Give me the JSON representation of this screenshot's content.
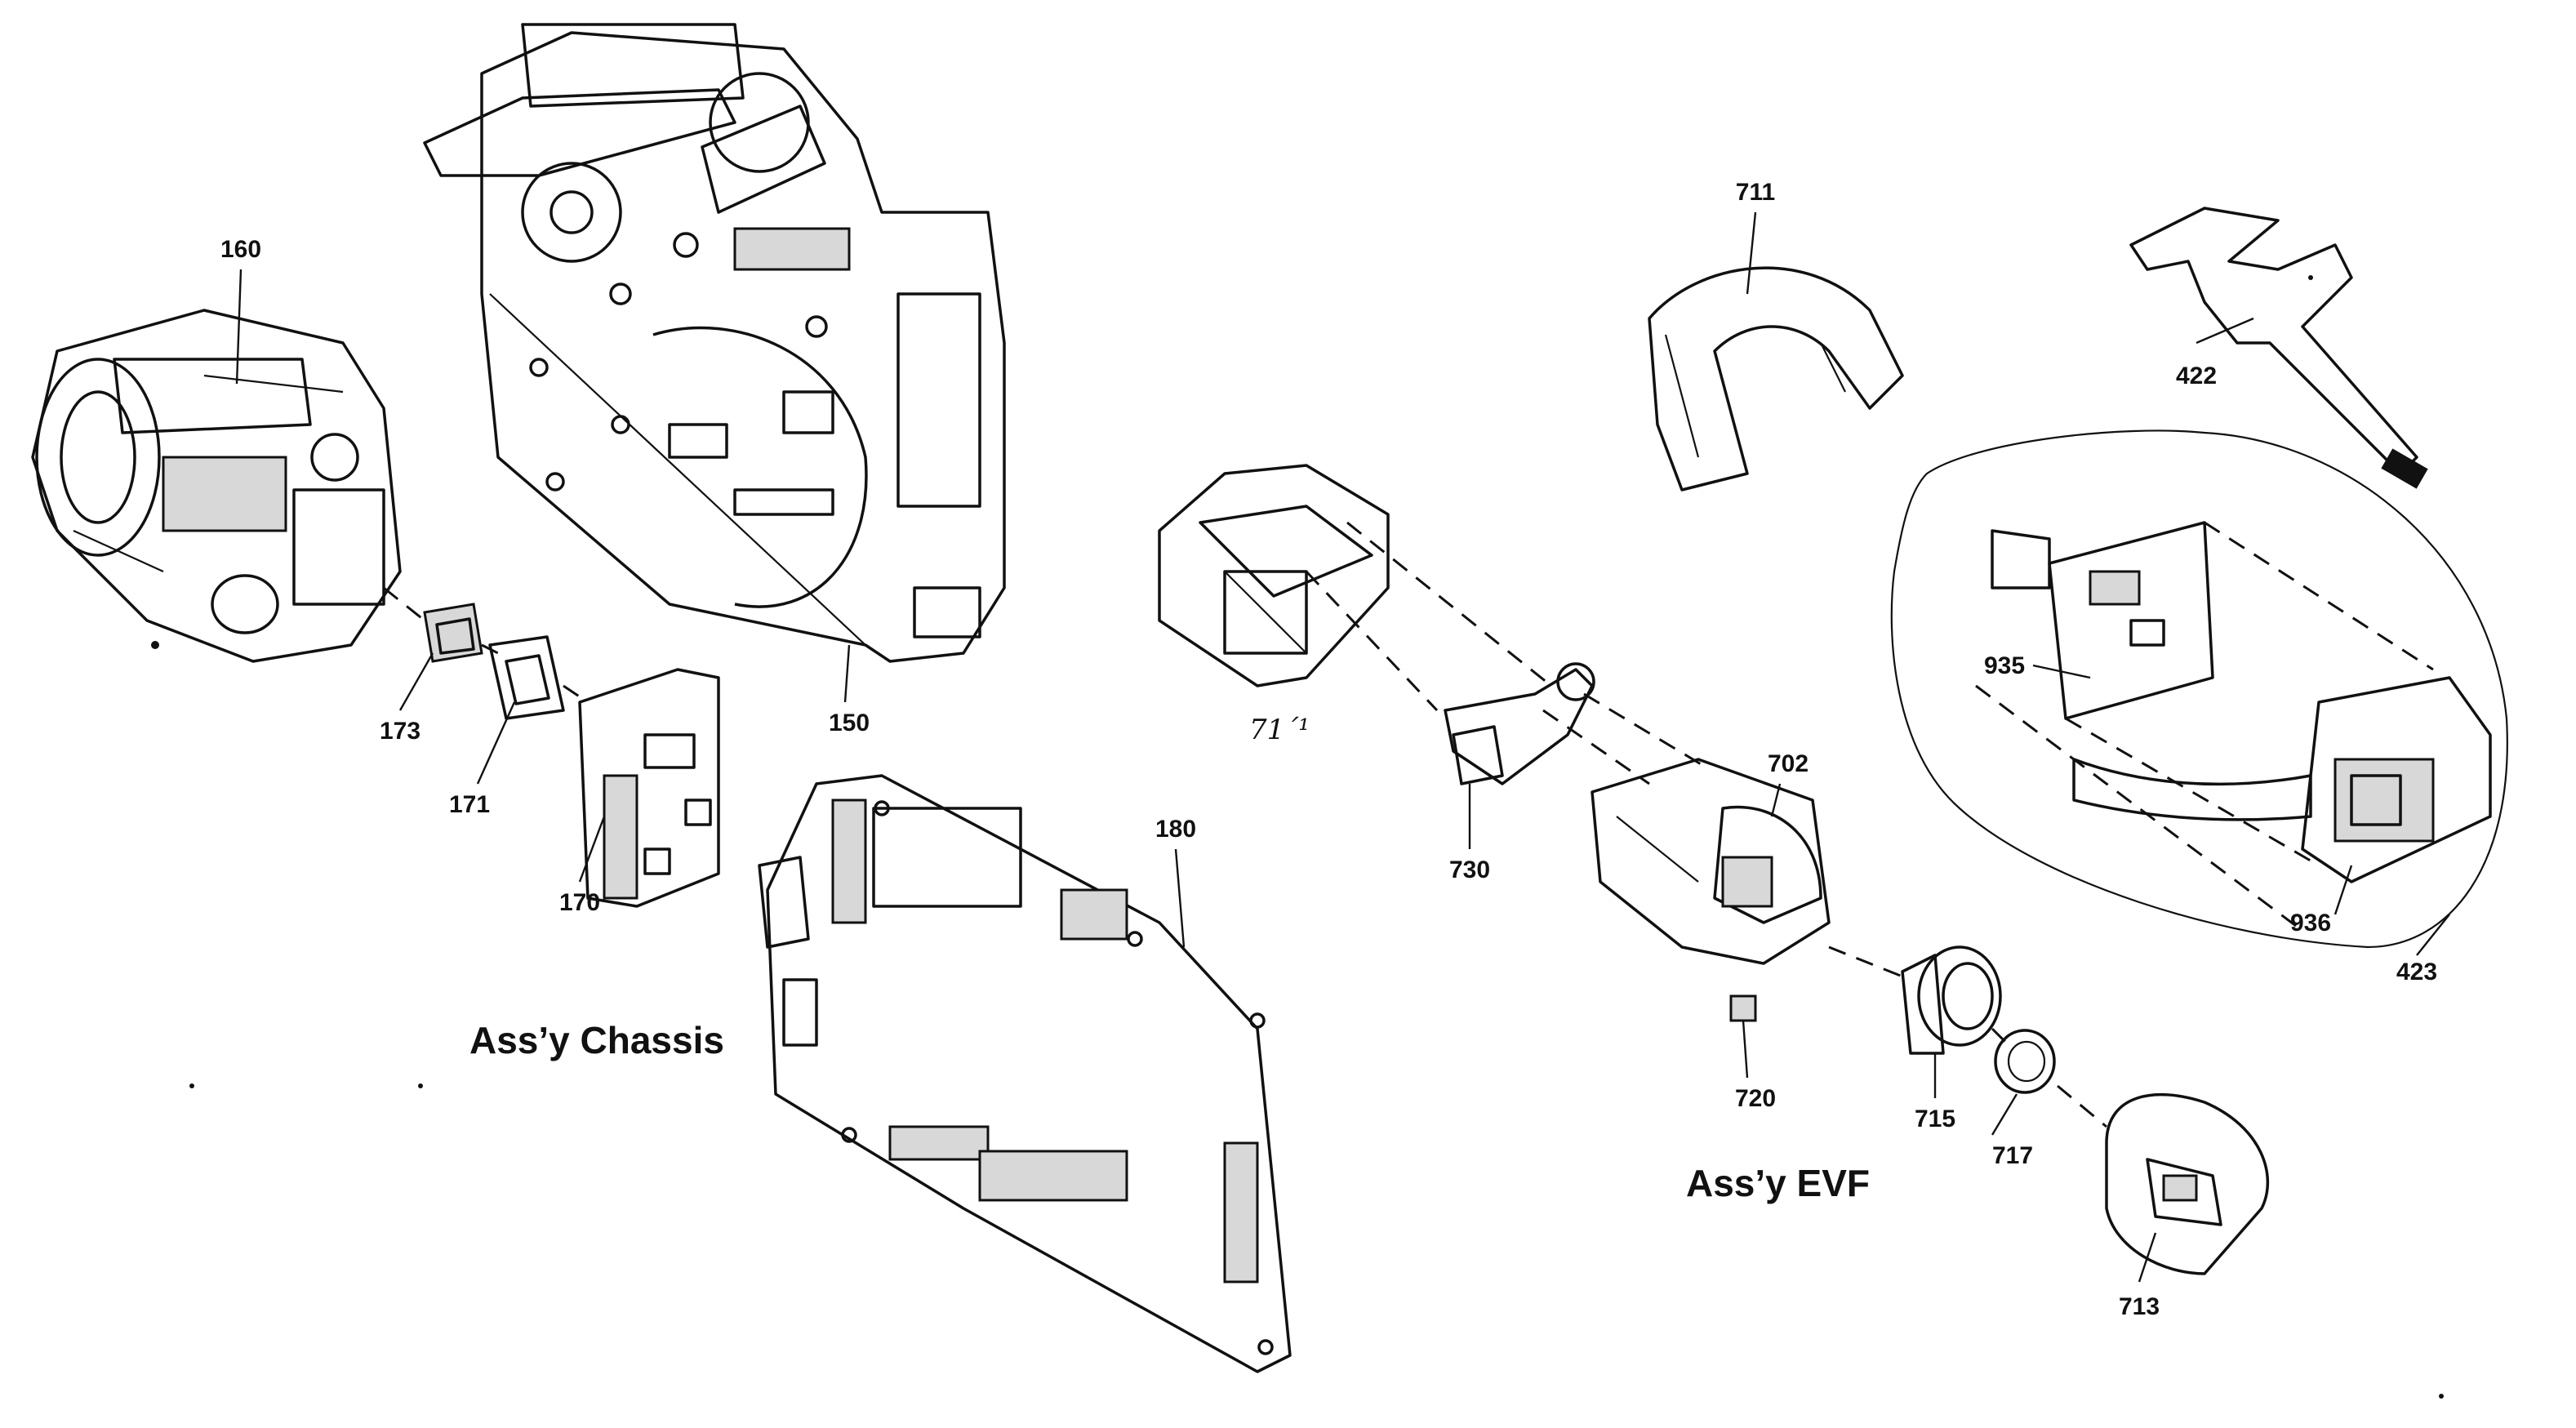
{
  "labels": {
    "p160": "160",
    "p150": "150",
    "p173": "173",
    "p171": "171",
    "p170": "170",
    "p180": "180",
    "p711": "711",
    "p422": "422",
    "p935": "935",
    "p936": "936",
    "p423": "423",
    "p702": "702",
    "p730": "730",
    "p720": "720",
    "p715": "715",
    "p717": "717",
    "p713": "713",
    "p714_handwritten": "71´¹"
  },
  "titles": {
    "chassis": "Ass’y Chassis",
    "evf": "Ass’y EVF"
  }
}
